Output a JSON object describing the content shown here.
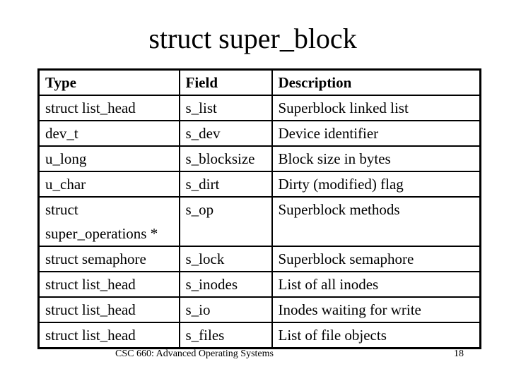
{
  "title": "struct super_block",
  "table": {
    "headers": [
      "Type",
      "Field",
      "Description"
    ],
    "rows": [
      [
        "struct list_head",
        "s_list",
        "Superblock linked list"
      ],
      [
        "dev_t",
        "s_dev",
        "Device identifier"
      ],
      [
        "u_long",
        "s_blocksize",
        "Block size in bytes"
      ],
      [
        "u_char",
        "s_dirt",
        "Dirty (modified) flag"
      ],
      [
        "struct super_operations *",
        "s_op",
        "Superblock methods"
      ],
      [
        "struct semaphore",
        "s_lock",
        "Superblock semaphore"
      ],
      [
        "struct list_head",
        "s_inodes",
        "List of all inodes"
      ],
      [
        "struct list_head",
        "s_io",
        "Inodes waiting for write"
      ],
      [
        "struct list_head",
        "s_files",
        "List of file objects"
      ]
    ]
  },
  "footer": {
    "course": "CSC 660: Advanced Operating Systems",
    "page_number": "18"
  },
  "colors": {
    "background": "#ffffff",
    "text": "#000000",
    "border": "#000000"
  }
}
